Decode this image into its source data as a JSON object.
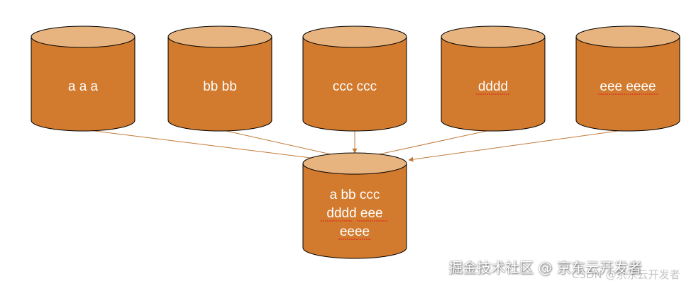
{
  "sources": [
    {
      "id": "a",
      "label": "a a a"
    },
    {
      "id": "b",
      "label": "bb bb"
    },
    {
      "id": "c",
      "label": "ccc ccc"
    },
    {
      "id": "d",
      "label": "dddd"
    },
    {
      "id": "e",
      "label": "eee eeee"
    }
  ],
  "target": {
    "lines": [
      "a bb ccc",
      "dddd eee",
      "eeee"
    ]
  },
  "watermark": {
    "main": "掘金技术社区 @ 京东云开发者",
    "sub": "CSDN @京东云开发者"
  },
  "colors": {
    "cylinder_body": "#d27a2d",
    "cylinder_top": "#e7b47f",
    "outline": "#000000",
    "arrow": "#c07a3a",
    "label": "#ffffff"
  }
}
